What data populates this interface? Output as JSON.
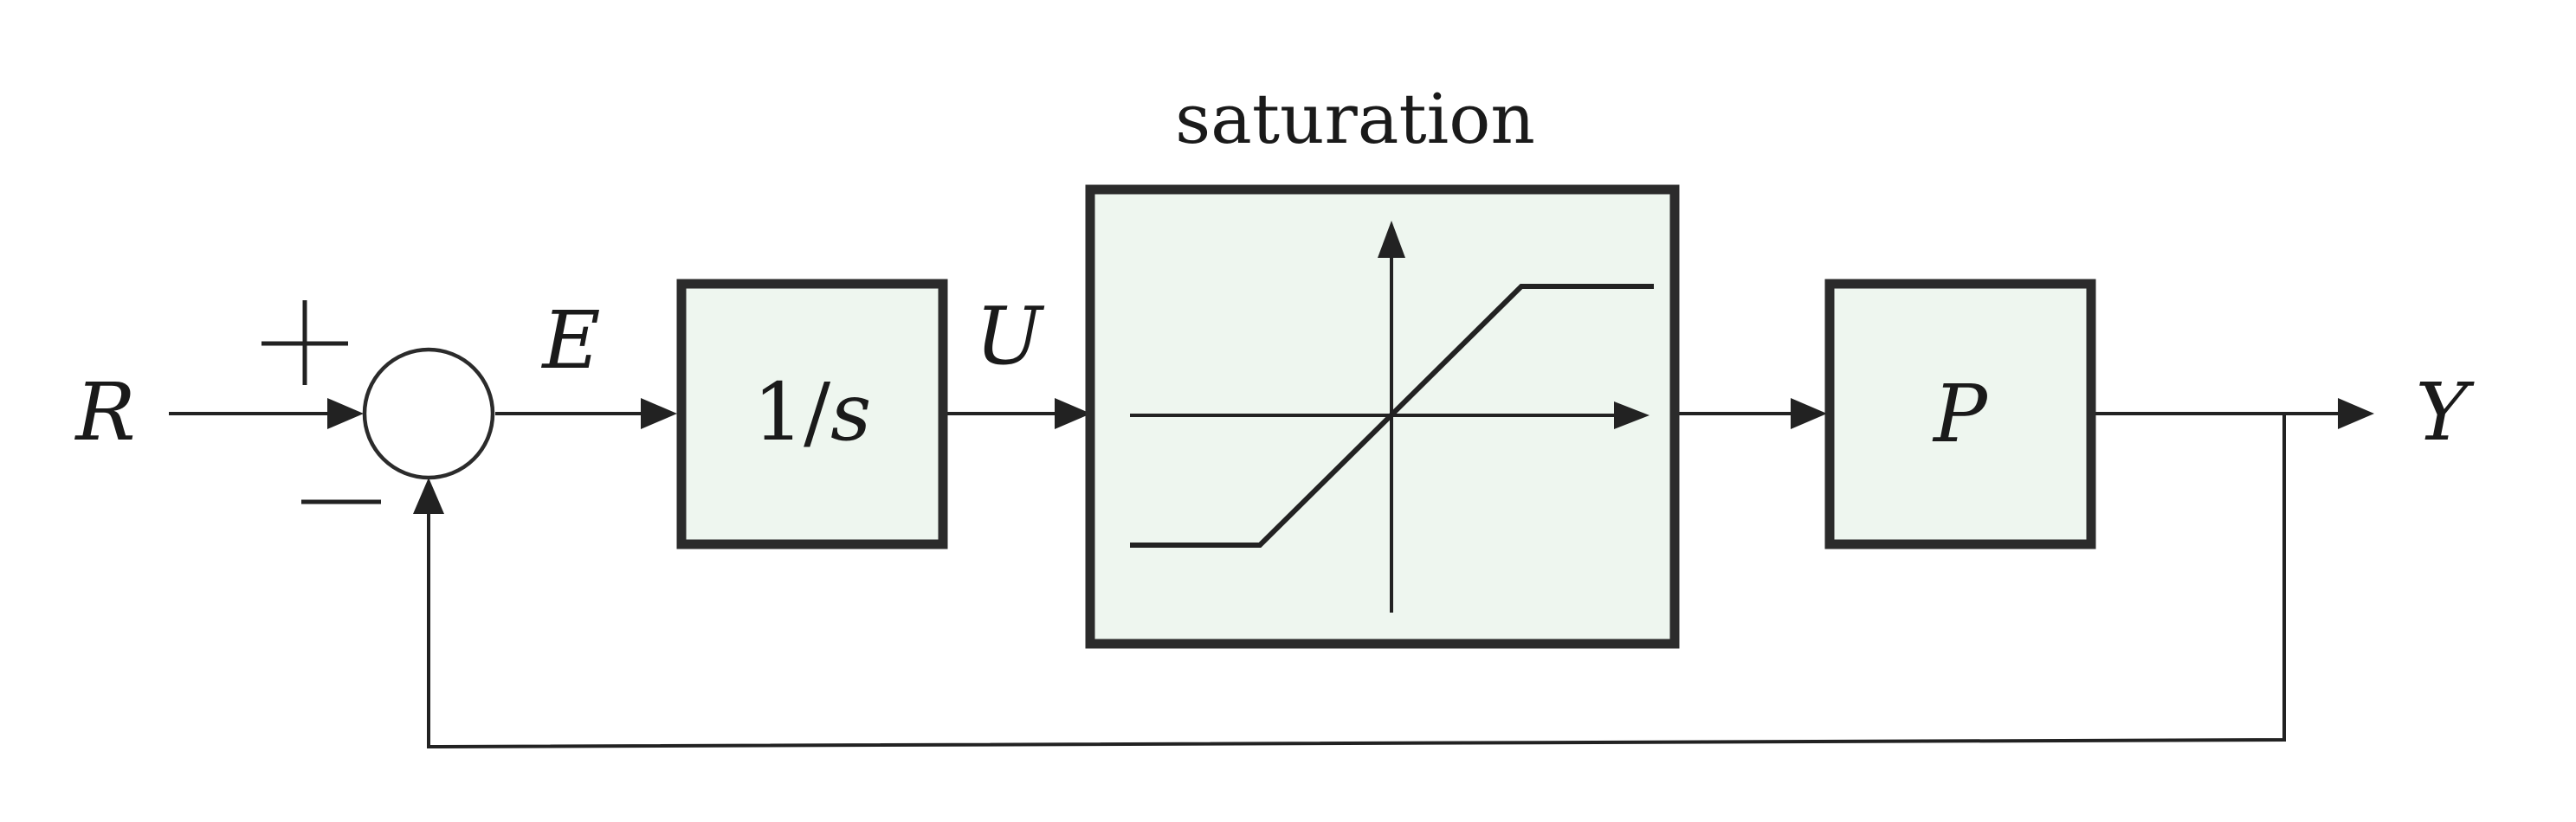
{
  "diagram": {
    "signals": {
      "reference": "R",
      "error": "E",
      "control": "U",
      "output": "Y"
    },
    "summing_junction": {
      "plus_sign": "+",
      "minus_sign": "−"
    },
    "blocks": {
      "integrator": {
        "label_numerator": "1/",
        "label_variable": "s"
      },
      "saturation": {
        "title": "saturation"
      },
      "plant": {
        "label": "P"
      }
    },
    "colors": {
      "block_fill": "#eef6ef",
      "line": "#222222"
    }
  }
}
